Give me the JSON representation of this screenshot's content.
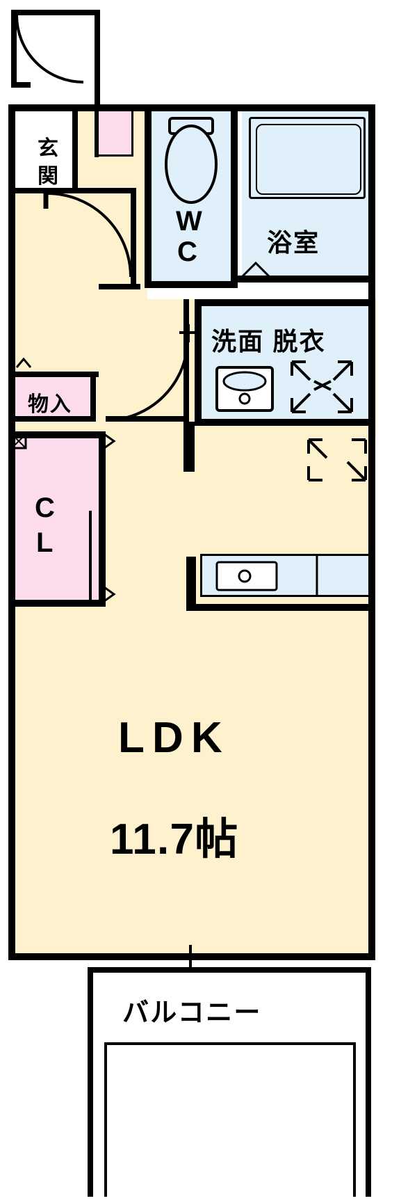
{
  "plan": {
    "title": "apartment-floor-plan",
    "colors": {
      "wall": "#000000",
      "living": "#fdf2cd",
      "wet": "#dff0fb",
      "closet": "#fcdcec",
      "white": "#ffffff"
    },
    "rooms": [
      {
        "id": "genkan",
        "label": "玄\n関",
        "label_lines": [
          "玄",
          "関"
        ]
      },
      {
        "id": "wc",
        "label_lines": [
          "W",
          "C"
        ]
      },
      {
        "id": "bath",
        "label": "浴室"
      },
      {
        "id": "washroom",
        "label": "洗面 脱衣"
      },
      {
        "id": "storage",
        "label": "物入"
      },
      {
        "id": "closet",
        "label_lines": [
          "C",
          "L"
        ]
      },
      {
        "id": "ldk",
        "label": "LDK",
        "area": "11.7帖"
      },
      {
        "id": "balcony",
        "label": "バルコニー"
      }
    ],
    "labels": {
      "genkan_1": "玄",
      "genkan_2": "関",
      "wc_1": "W",
      "wc_2": "C",
      "bath": "浴室",
      "washroom": "洗面 脱衣",
      "storage": "物入",
      "closet_1": "C",
      "closet_2": "L",
      "ldk": "LDK",
      "ldk_area": "11.7帖",
      "balcony": "バルコニー"
    }
  }
}
